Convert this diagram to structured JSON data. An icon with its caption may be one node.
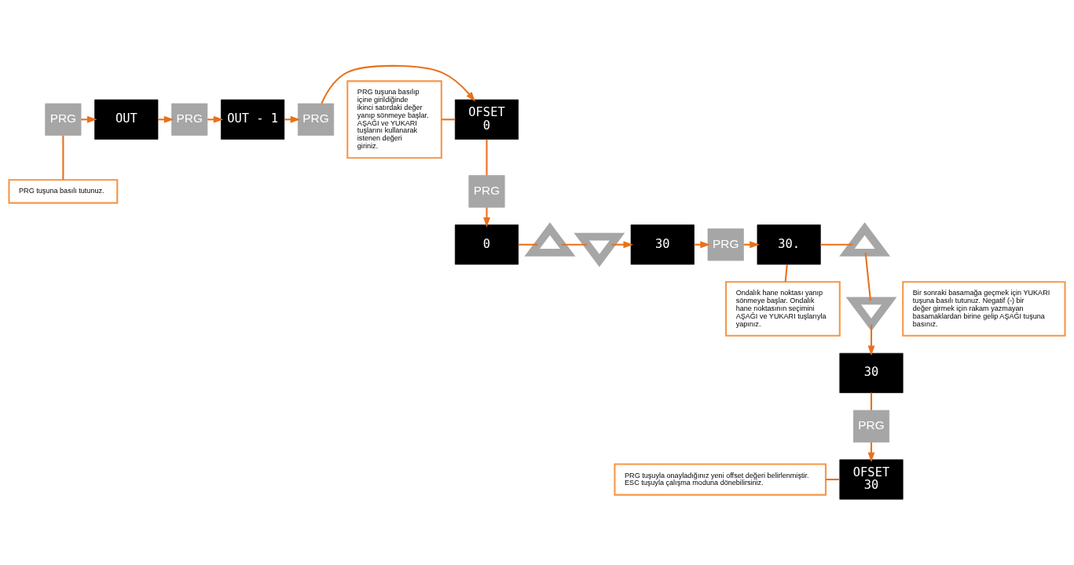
{
  "diagram": {
    "nodes": [
      {
        "text": [
          "PRG"
        ]
      },
      {
        "text": [
          "OUT"
        ]
      },
      {
        "text": [
          "PRG"
        ]
      },
      {
        "text": [
          "OUT - 1"
        ]
      },
      {
        "text": [
          "PRG"
        ]
      },
      {
        "text": [
          "OFSET",
          "0"
        ]
      },
      {
        "text": [
          "PRG"
        ]
      },
      {
        "text": [
          "0"
        ]
      },
      {
        "text": [],
        "shape": "triangle"
      },
      {
        "text": [],
        "shape": "invtriangle"
      },
      {
        "text": [
          "30"
        ]
      },
      {
        "text": [
          "PRG"
        ]
      },
      {
        "text": [
          "30."
        ]
      },
      {
        "text": [],
        "shape": "triangle"
      },
      {
        "text": [],
        "shape": "invtriangle"
      },
      {
        "text": [
          "30"
        ]
      },
      {
        "text": [
          "PRG"
        ]
      },
      {
        "text": [
          "OFSET",
          "30"
        ]
      },
      {
        "text": [
          "PRG tuşuna basılı tutunuz."
        ]
      },
      {
        "text": [
          "PRG tuşuna basılıp içine girildiğinde ikinci satırdaki değer yanıp sönmeye başlar. AŞAĞI ve YUKARI tuşlarını kullanarak istenen değeri giriniz."
        ]
      },
      {
        "text": [
          "Ondalık hane noktası yanıp sönmeye başlar. Ondalık hane noktasının seçimini AŞAĞI ve YUKARI tuşlarıyla yapınız."
        ]
      },
      {
        "text": [
          "Bir sonraki basamağa geçmek için YUKARI tuşuna basılı tutunuz. Negatif (-) bir değer girmek için rakam yazmayan basamaklardan birine gelip AŞAĞI tuşuna basınız."
        ]
      },
      {
        "text": [
          "PRG tuşuyla onayladığınız yeni offset değeri belirlenmiştir. ESC tuşuyla çalışma moduna dönebilirsiniz."
        ]
      }
    ],
    "edges": [
      {
        "from": 0,
        "to": 1,
        "arrow": "to"
      },
      {
        "from": 1,
        "to": 2,
        "arrow": "to"
      },
      {
        "from": 2,
        "to": 3,
        "arrow": "to"
      },
      {
        "from": 3,
        "to": 4,
        "arrow": "to"
      },
      {
        "from": 4,
        "to": 5,
        "arrow": "to"
      },
      {
        "from": 5,
        "to": 6,
        "arrow": "none"
      },
      {
        "from": 6,
        "to": 7,
        "arrow": "to"
      },
      {
        "from": 7,
        "to": 8,
        "arrow": "none"
      },
      {
        "from": 8,
        "to": 9,
        "arrow": "none"
      },
      {
        "from": 9,
        "to": 10,
        "arrow": "to"
      },
      {
        "from": 10,
        "to": 11,
        "arrow": "to"
      },
      {
        "from": 11,
        "to": 12,
        "arrow": "to"
      },
      {
        "from": 12,
        "to": 13,
        "arrow": "none"
      },
      {
        "from": 13,
        "to": 14,
        "arrow": "none"
      },
      {
        "from": 14,
        "to": 15,
        "arrow": "to"
      },
      {
        "from": 15,
        "to": 16,
        "arrow": "none"
      },
      {
        "from": 16,
        "to": 17,
        "arrow": "to"
      },
      {
        "from": 18,
        "to": 0,
        "arrow": "none"
      },
      {
        "from": 19,
        "to": 5,
        "arrow": "none"
      },
      {
        "from": 20,
        "to": 12,
        "arrow": "none"
      },
      {
        "from": 22,
        "to": 17,
        "arrow": "none"
      }
    ]
  }
}
